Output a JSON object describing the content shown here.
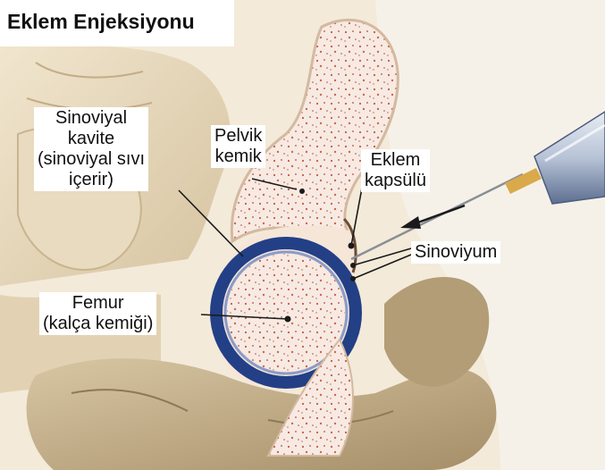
{
  "title": "Eklem Enjeksiyonu",
  "labels": {
    "synovial_cavity": [
      "Sinoviyal",
      "kavite",
      "(sinoviyal sıvı",
      "içerir)"
    ],
    "pelvic_bone": [
      "Pelvik",
      "kemik"
    ],
    "joint_capsule": [
      "Eklem",
      "kapsülü"
    ],
    "synovium": "Sinoviyum",
    "femur": [
      "Femur",
      "(kalça kemiği)"
    ]
  },
  "colors": {
    "bone_surface": "#efe3cb",
    "bone_cut": "#f6e8de",
    "synovial_blue": "#233f86",
    "syringe": "#c9d4e2",
    "leader_line": "#1a1a1a"
  }
}
